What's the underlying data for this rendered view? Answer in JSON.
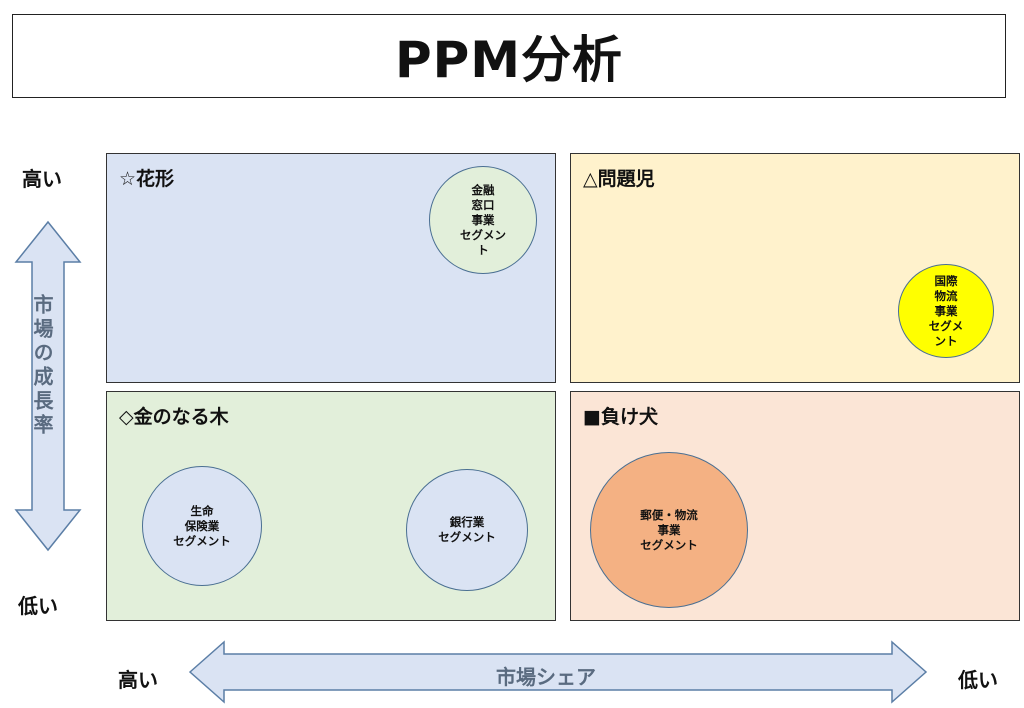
{
  "title": "PPM分析",
  "axes": {
    "y_label": "市場の成長率",
    "y_high": "高い",
    "y_low": "低い",
    "x_label": "市場シェア",
    "x_high": "高い",
    "x_low": "低い"
  },
  "quadrants": {
    "star": {
      "label": "☆花形",
      "color": "#dae3f3"
    },
    "question": {
      "label": "△問題児",
      "color": "#fff2cc"
    },
    "cashcow": {
      "label": "◇金のなる木",
      "color": "#e2efda"
    },
    "dog": {
      "label": "■負け犬",
      "color": "#fbe5d6"
    }
  },
  "segments": {
    "finance_window": {
      "label": "金融\n窓口\n事業\nセグメン\nト",
      "color": "#e2efda"
    },
    "intl_logistics": {
      "label": "国際\n物流\n事業\nセグメ\nント",
      "color": "#ffff00"
    },
    "life_insurance": {
      "label": "生命\n保険業\nセグメント",
      "color": "#dae3f3"
    },
    "banking": {
      "label": "銀行業\nセグメント",
      "color": "#dae3f3"
    },
    "postal_logistics": {
      "label": "郵便・物流\n事業\nセグメント",
      "color": "#f4b183"
    }
  }
}
